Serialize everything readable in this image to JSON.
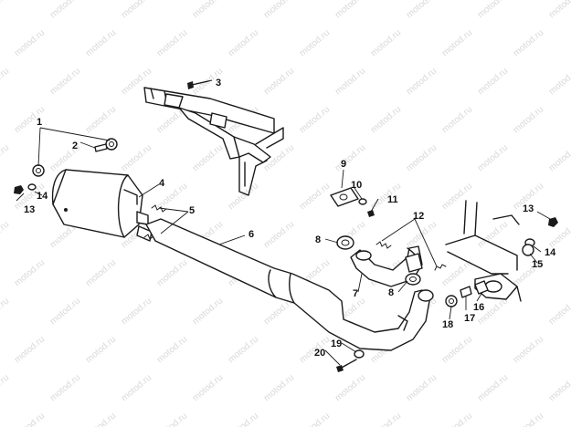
{
  "watermark_text": "motod.ru",
  "callouts": [
    "1",
    "2",
    "3",
    "4",
    "5",
    "6",
    "7",
    "8",
    "9",
    "10",
    "11",
    "12",
    "13",
    "14",
    "15",
    "16",
    "17",
    "18",
    "19",
    "20"
  ]
}
